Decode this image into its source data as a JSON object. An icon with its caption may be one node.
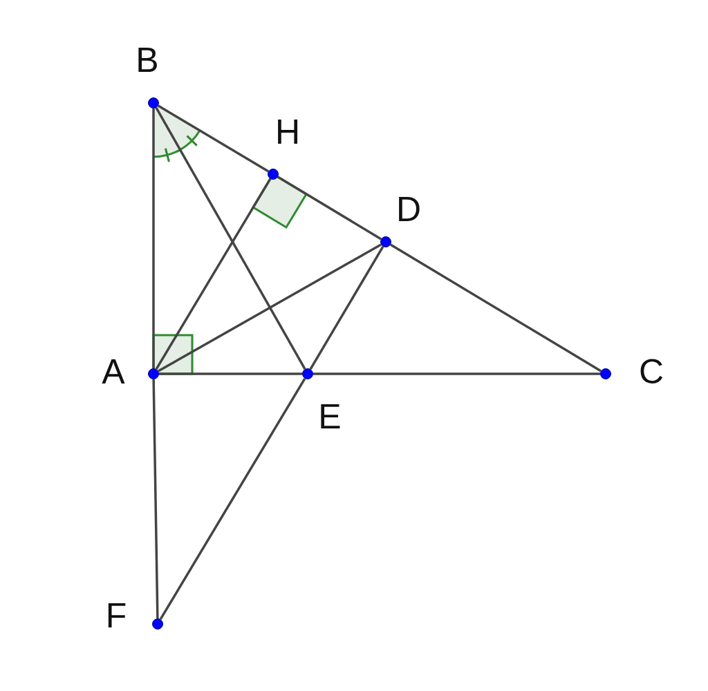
{
  "diagram": {
    "nodes": [
      {
        "text": [
          "B"
        ]
      },
      {
        "text": [
          "H"
        ]
      },
      {
        "text": [
          "D"
        ]
      },
      {
        "text": [
          "A"
        ]
      },
      {
        "text": [
          "E"
        ]
      },
      {
        "text": [
          "C"
        ]
      },
      {
        "text": [
          "F"
        ]
      }
    ],
    "edges": [
      {
        "from": 0,
        "to": 3,
        "arrow": "none"
      },
      {
        "from": 0,
        "to": 1,
        "arrow": "none"
      },
      {
        "from": 1,
        "to": 2,
        "arrow": "none"
      },
      {
        "from": 2,
        "to": 5,
        "arrow": "none"
      },
      {
        "from": 0,
        "to": 4,
        "arrow": "none"
      },
      {
        "from": 3,
        "to": 1,
        "arrow": "none"
      },
      {
        "from": 3,
        "to": 2,
        "arrow": "none"
      },
      {
        "from": 2,
        "to": 4,
        "arrow": "none"
      },
      {
        "from": 3,
        "to": 4,
        "arrow": "none"
      },
      {
        "from": 4,
        "to": 5,
        "arrow": "none"
      },
      {
        "from": 3,
        "to": 6,
        "arrow": "none"
      },
      {
        "from": 6,
        "to": 4,
        "arrow": "none"
      }
    ]
  }
}
